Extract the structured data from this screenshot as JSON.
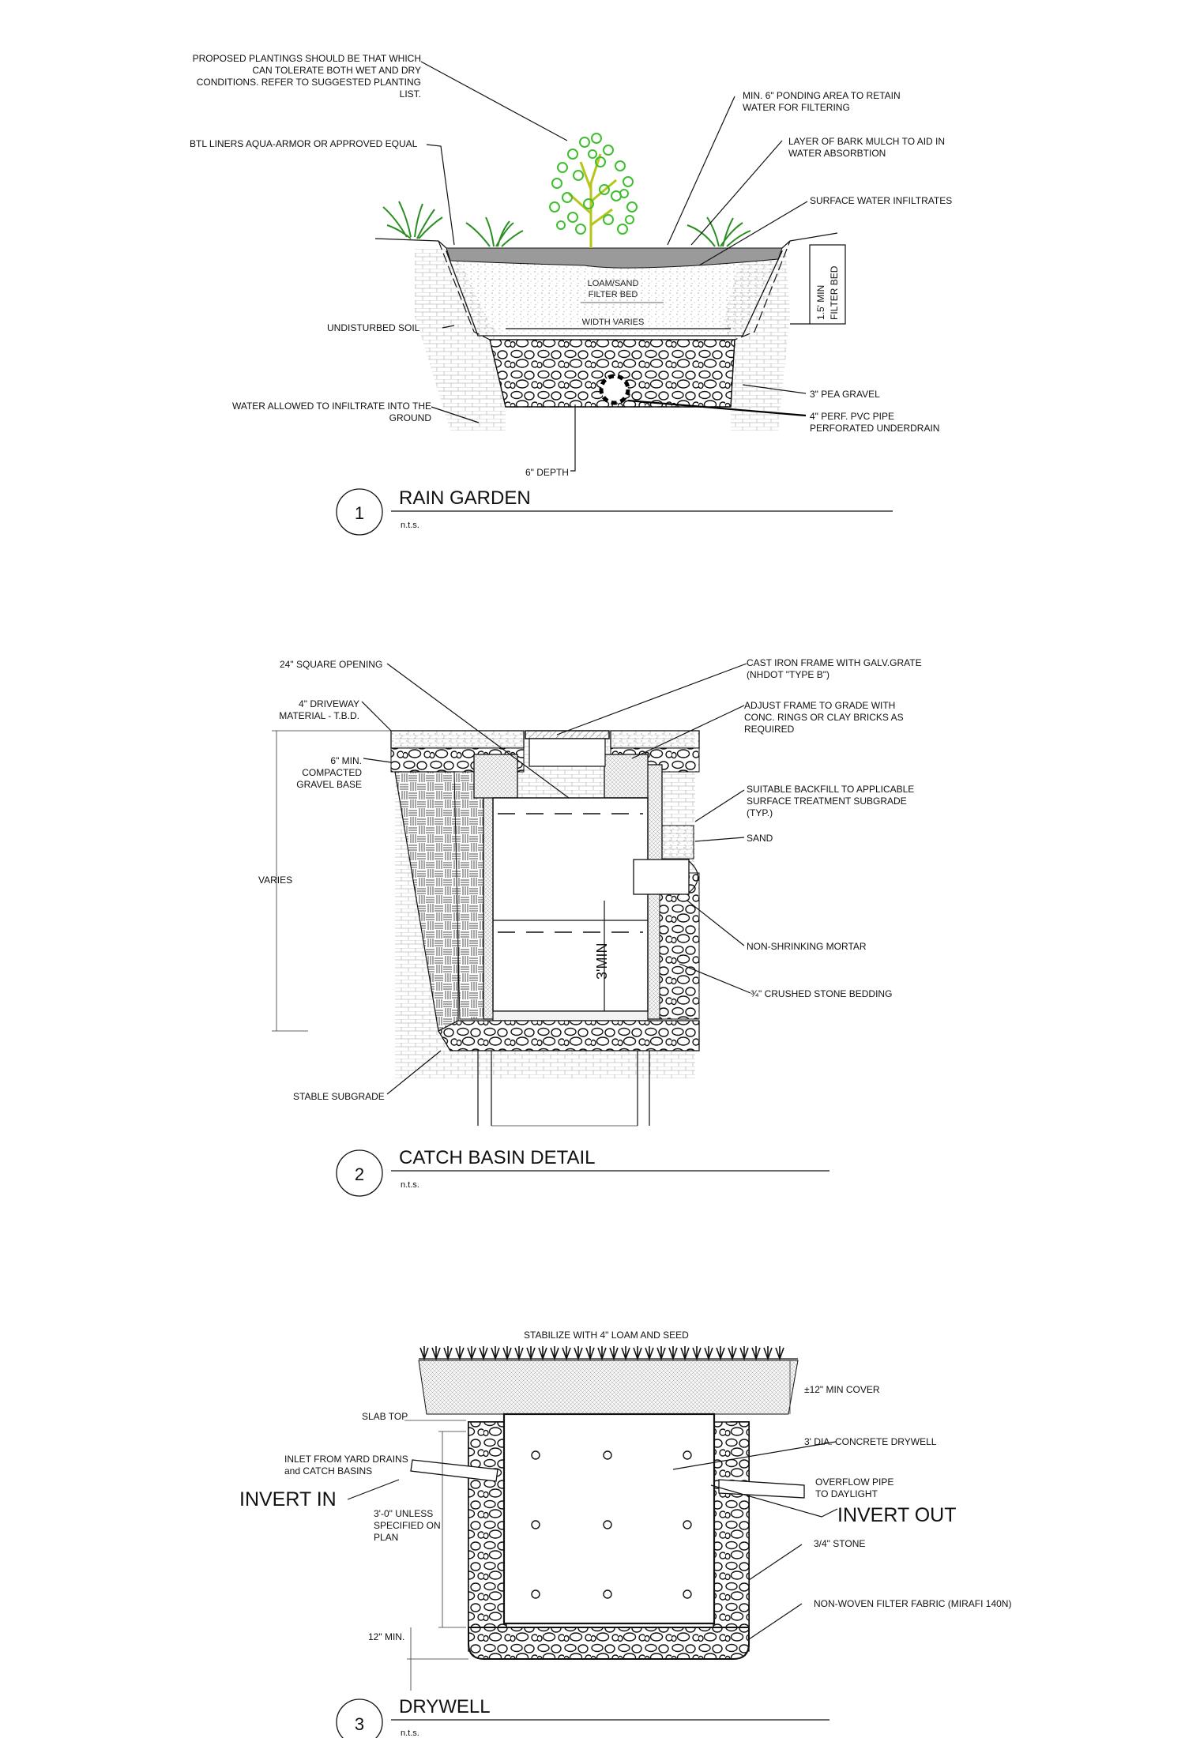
{
  "details": [
    {
      "number": "1",
      "title": "RAIN GARDEN",
      "scale": "n.t.s.",
      "labels": {
        "plantings": [
          "PROPOSED PLANTINGS SHOULD BE THAT WHICH",
          "CAN TOLERATE BOTH WET AND DRY",
          "CONDITIONS.  REFER TO SUGGESTED PLANTING",
          "LIST."
        ],
        "liners": "BTL LINERS AQUA-ARMOR OR APPROVED EQUAL",
        "soil": "UNDISTURBED SOIL",
        "infiltrate": [
          "WATER ALLOWED TO INFILTRATE INTO THE",
          "GROUND"
        ],
        "depth": "6\" DEPTH",
        "ponding": [
          "MIN. 6\" PONDING AREA TO RETAIN",
          "WATER FOR FILTERING"
        ],
        "mulch": [
          "LAYER OF BARK MULCH TO AID IN",
          "WATER ABSORBTION"
        ],
        "surface": "SURFACE WATER INFILTRATES",
        "filterbed": [
          "1.5' MIN",
          "FILTER BED"
        ],
        "gravel": "3\" PEA GRAVEL",
        "pipe": [
          "4\" PERF. PVC PIPE",
          "PERFORATED UNDERDRAIN"
        ],
        "loam": [
          "LOAM/SAND",
          "FILTER BED"
        ],
        "width": "WIDTH VARIES"
      }
    },
    {
      "number": "2",
      "title": "CATCH BASIN DETAIL",
      "scale": "n.t.s.",
      "labels": {
        "opening": "24\" SQUARE OPENING",
        "driveway": [
          "4\" DRIVEWAY",
          "MATERIAL - T.B.D."
        ],
        "base": [
          "6\" MIN.",
          "COMPACTED",
          "GRAVEL BASE"
        ],
        "varies": "VARIES",
        "subgrade": "STABLE SUBGRADE",
        "frame": [
          "CAST IRON FRAME WITH GALV.GRATE",
          "(NHDOT \"TYPE B\")"
        ],
        "adjust": [
          "ADJUST FRAME TO GRADE WITH",
          "CONC. RINGS OR CLAY BRICKS AS",
          "REQUIRED"
        ],
        "backfill": [
          "SUITABLE BACKFILL TO APPLICABLE",
          "SURFACE TREATMENT SUBGRADE",
          "(TYP.)"
        ],
        "sand": "SAND",
        "mortar": "NON-SHRINKING MORTAR",
        "bedding": "¾\" CRUSHED STONE BEDDING",
        "min": "3'MIN"
      }
    },
    {
      "number": "3",
      "title": "DRYWELL",
      "scale": "n.t.s.",
      "labels": {
        "stabilize": "STABILIZE WITH 4\" LOAM AND SEED",
        "cover": "±12\" MIN COVER",
        "slab": "SLAB TOP",
        "inlet": [
          "INLET FROM YARD DRAINS",
          "and CATCH BASINS"
        ],
        "invertin": "INVERT IN",
        "unless": [
          "3'-0\" UNLESS",
          "SPECIFIED ON",
          "PLAN"
        ],
        "twelve": "12\" MIN.",
        "dia": "3' DIA. CONCRETE DRYWELL",
        "overflow": [
          "OVERFLOW PIPE",
          "TO DAYLIGHT"
        ],
        "invertout": "INVERT OUT",
        "stone": "3/4\" STONE",
        "fabric": "NON-WOVEN FILTER FABRIC (MIRAFI 140N)"
      }
    }
  ],
  "colors": {
    "ink": "#111111",
    "plant": "#3fbf2f",
    "plantDark": "#2a8f20",
    "stem": "#b5c51a",
    "mulch": "#9a9a9a"
  }
}
